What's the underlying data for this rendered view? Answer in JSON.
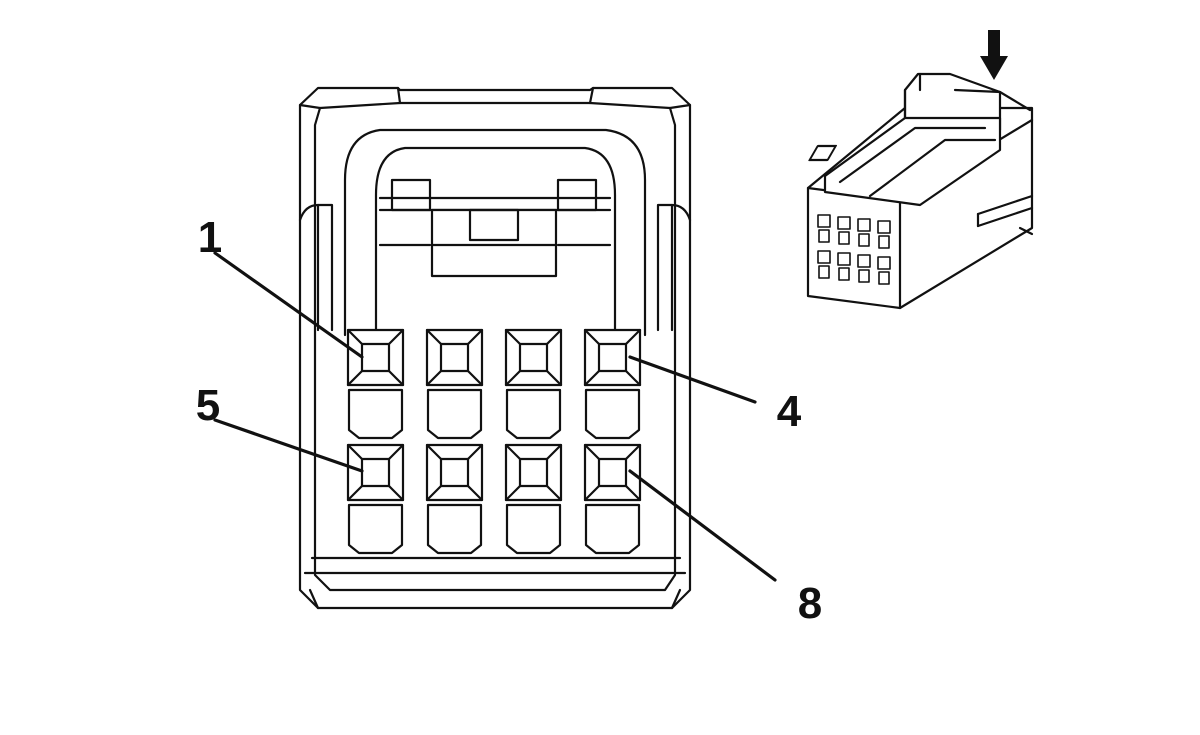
{
  "pin_labels": [
    {
      "id": "pin-1",
      "text": "1"
    },
    {
      "id": "pin-4",
      "text": "4"
    },
    {
      "id": "pin-5",
      "text": "5"
    },
    {
      "id": "pin-8",
      "text": "8"
    }
  ],
  "connector": {
    "rows": 2,
    "columns": 4,
    "pin_count": 8
  },
  "icons": {
    "view_arrow": "arrow-down-icon"
  },
  "colors": {
    "line": "#111111",
    "background": "#ffffff"
  }
}
